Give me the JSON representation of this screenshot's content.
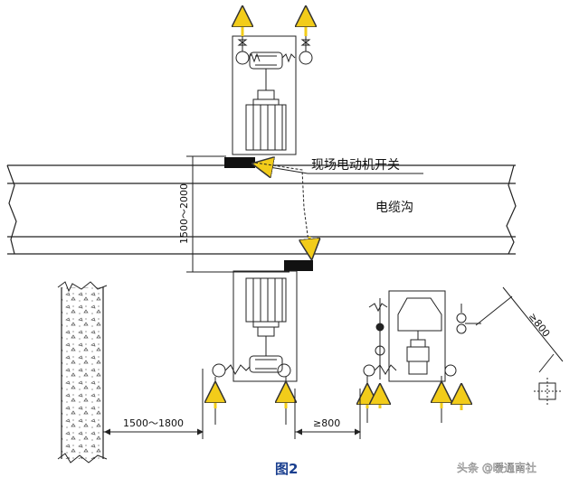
{
  "labels": {
    "switch": "现场电动机开关",
    "trench": "电缆沟",
    "trench_width": "1500～2000",
    "wall_gap": "1500～1800",
    "pump_gap": "≥800",
    "diag_gap": "≥800"
  },
  "caption": "图2",
  "watermark": "头条 @暖通南社",
  "colors": {
    "line": "#222222",
    "flow_arrow": "#f2cc1a",
    "caption": "#1a3f8f",
    "switch_box": "#111111"
  }
}
